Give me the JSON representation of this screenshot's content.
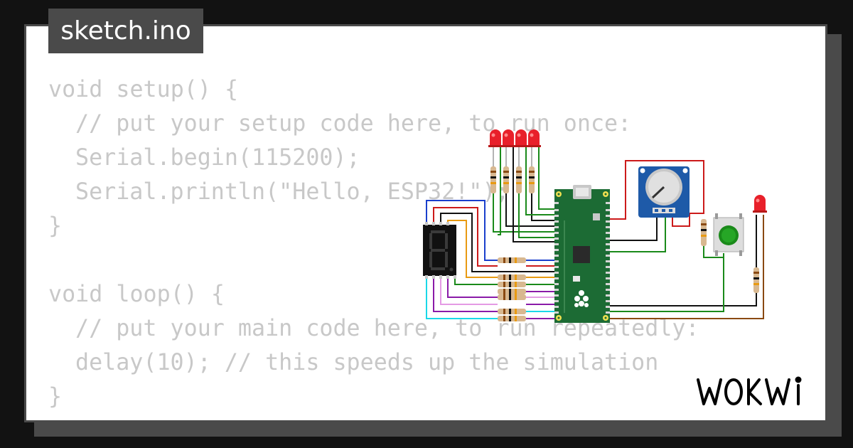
{
  "tab": {
    "filename": "sketch.ino"
  },
  "code": {
    "lines": [
      "void setup() {",
      "// put your setup code here, to run once:",
      "Serial.begin(115200);",
      "Serial.println(\"Hello, ESP32!\");",
      "}",
      "",
      "void loop() {",
      "// put your main code here, to run repeatedly:",
      "delay(10); // this speeds up the simulation",
      "}"
    ]
  },
  "brand": {
    "logo_text": "WOKWI",
    "logo_color": "#000000"
  },
  "colors": {
    "background": "#121212",
    "panel": "#4a4a4a",
    "code_text": "#c8c8c8",
    "board_green": "#1c6b34",
    "led_red": "#e8202a",
    "potentiometer_blue": "#1e5aa8",
    "button_green": "#1a8a1a"
  },
  "icons": {
    "board": "raspberry-pi-pico-board-icon",
    "display": "seven-segment-display-icon",
    "potentiometer": "potentiometer-icon",
    "button": "pushbutton-icon",
    "led": "led-icon",
    "resistor": "resistor-icon"
  }
}
